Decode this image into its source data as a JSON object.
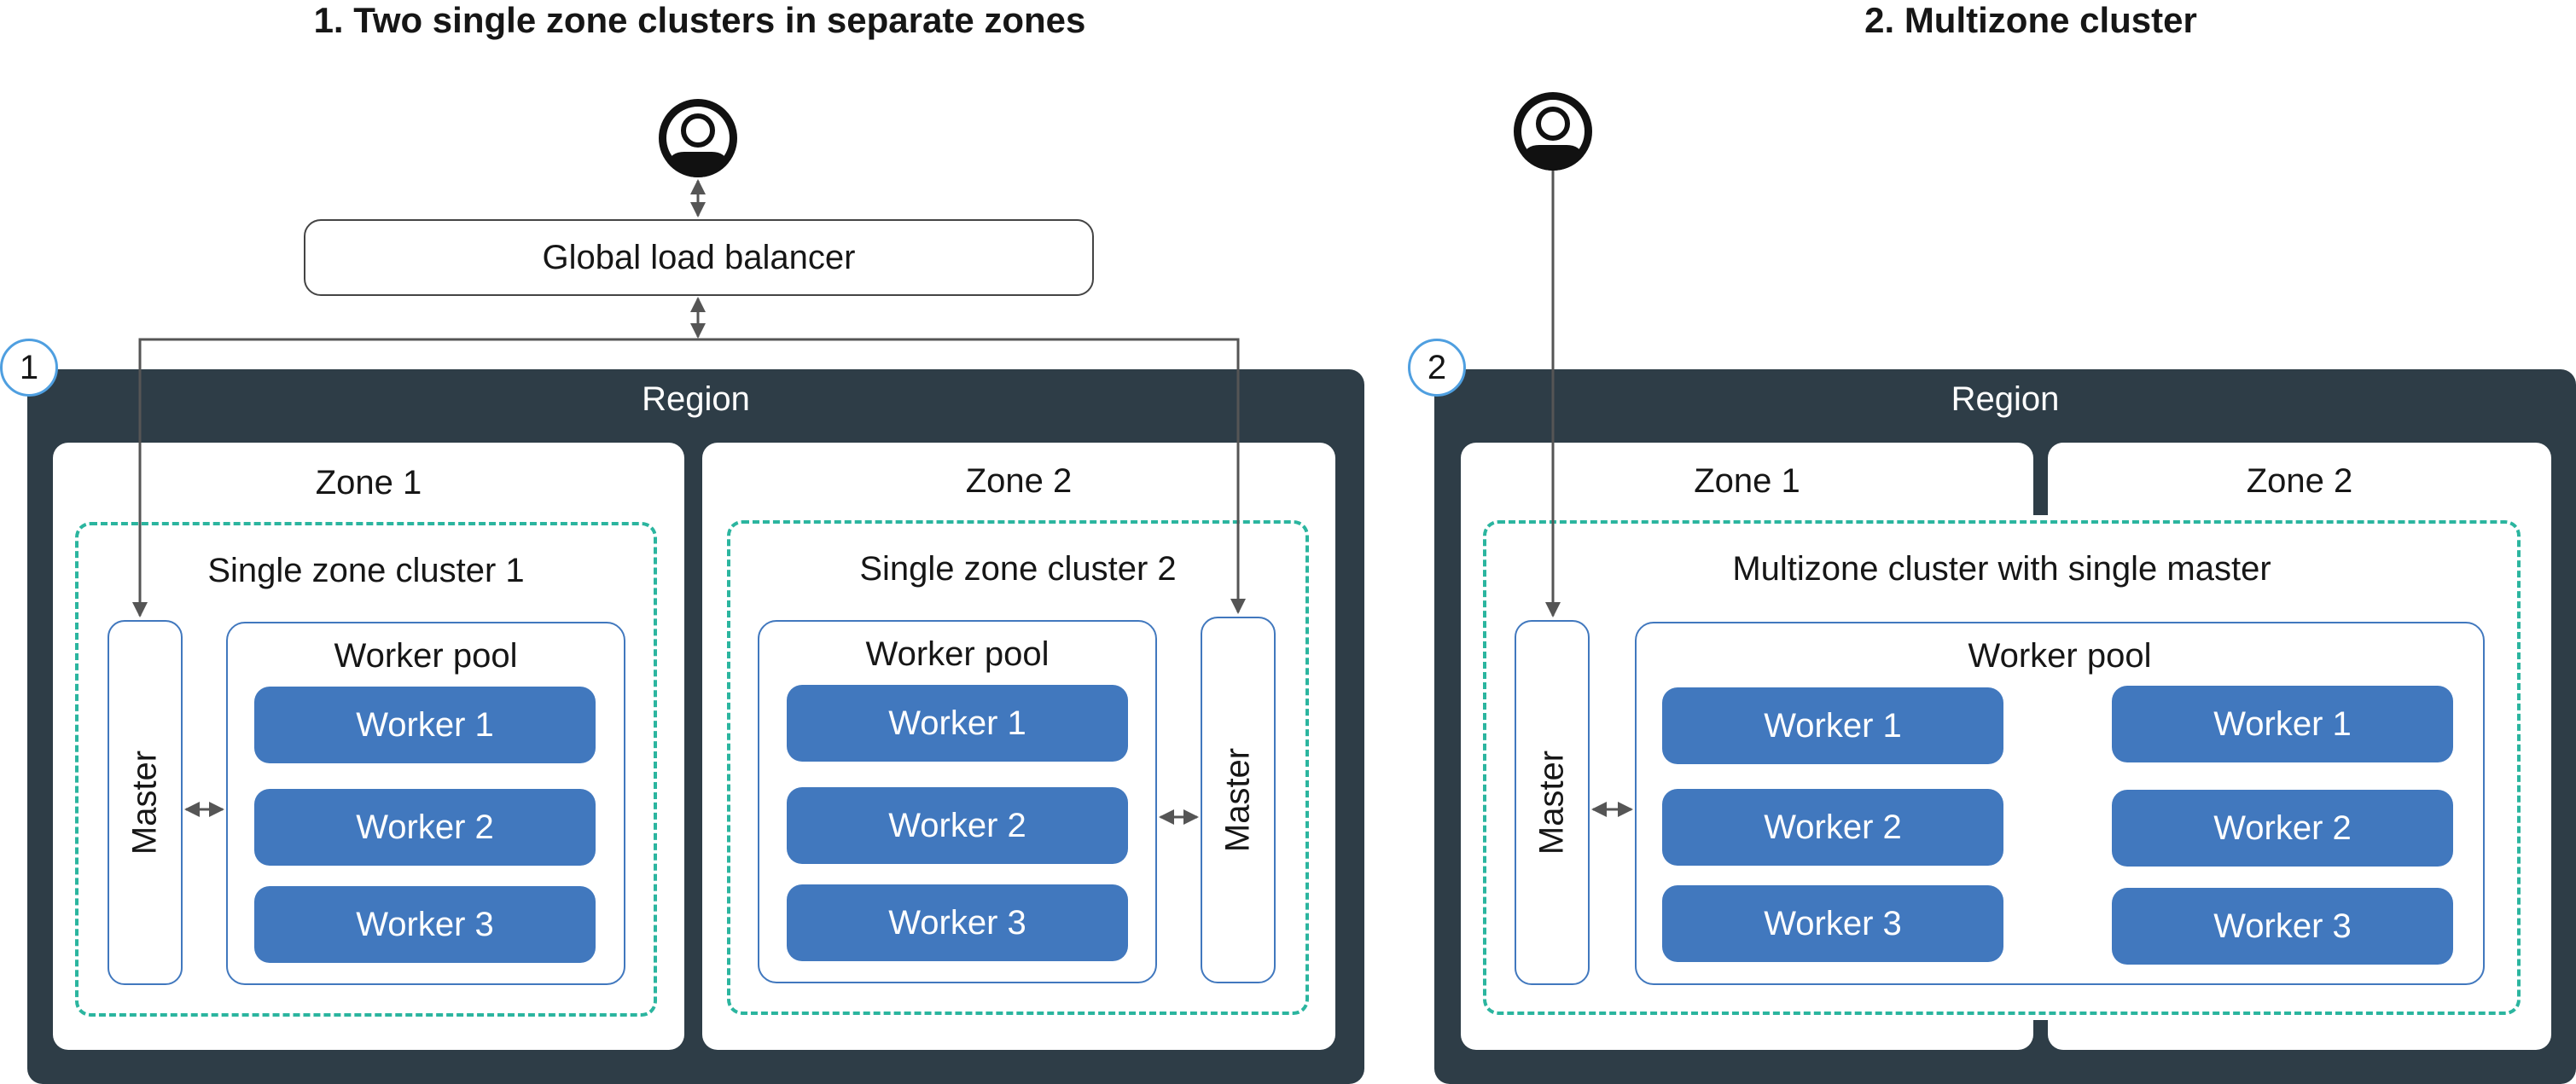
{
  "panel1": {
    "title": "1. Two single zone clusters in separate zones",
    "badge": "1",
    "load_balancer": "Global load balancer",
    "region": "Region",
    "zone1": {
      "label": "Zone 1",
      "cluster": "Single zone cluster 1",
      "master": "Master",
      "pool": "Worker pool",
      "workers": [
        "Worker 1",
        "Worker 2",
        "Worker 3"
      ]
    },
    "zone2": {
      "label": "Zone 2",
      "cluster": "Single zone cluster 2",
      "master": "Master",
      "pool": "Worker pool",
      "workers": [
        "Worker 1",
        "Worker 2",
        "Worker 3"
      ]
    }
  },
  "panel2": {
    "title": "2. Multizone cluster",
    "badge": "2",
    "region": "Region",
    "zone1_label": "Zone 1",
    "zone2_label": "Zone 2",
    "cluster": "Multizone cluster with single master",
    "master": "Master",
    "pool": "Worker pool",
    "workers_zone1": [
      "Worker 1",
      "Worker 2",
      "Worker 3"
    ],
    "workers_zone2": [
      "Worker 1",
      "Worker 2",
      "Worker 3"
    ]
  },
  "colors": {
    "region": "#2e3d47",
    "worker": "#4178be",
    "cluster_border": "#2bb59f",
    "badge_border": "#4f9fe0"
  },
  "icons": {
    "user": "user-avatar-icon"
  }
}
